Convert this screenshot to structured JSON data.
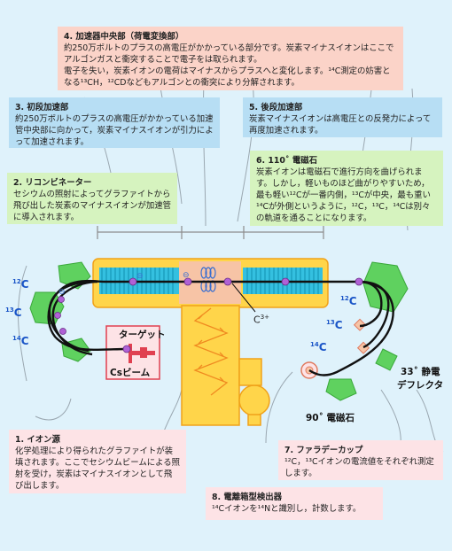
{
  "boxes": {
    "b4": {
      "title": "4. 加速器中央部（荷電変換部）",
      "text": "約250万ボルトのプラスの高電圧がかかっている部分です。炭素マイナスイオンはここでアルゴンガスと衝突することで電子をは取られます。\n電子を失い，炭素イオンの電荷はマイナスからプラスへと変化します。¹⁴C測定の妨害となる¹³CH，¹²CDなどもアルゴンとの衝突により分解されます。"
    },
    "b3": {
      "title": "3. 初段加速部",
      "text": "約250万ボルトのプラスの高電圧がかかっている加速管中央部に向かって，炭素マイナスイオンが引力によって加速されます。"
    },
    "b5": {
      "title": "5. 後段加速部",
      "text": "炭素マイナスイオンは高電圧との反発力によって再度加速されます。"
    },
    "b2": {
      "title": "2. リコンビネーター",
      "text": "セシウムの照射によってグラファイトから飛び出した炭素のマイナスイオンが加速管に導入されます。"
    },
    "b6": {
      "title": "6. 110˚ 電磁石",
      "text": "炭素イオンは電磁石で進行方向を曲げられます。しかし，軽いものほど曲がりやすいため，最も軽い¹²Cが一番内側，¹³Cが中央，最も重い¹⁴Cが外側というように，¹²C，¹³C，¹⁴Cは別々の軌道を通ることになります。"
    },
    "b1": {
      "title": "1. イオン源",
      "text": "化学処理により得られたグラファイトが装填されます。ここでセシウムビームによる照射を受け，炭素はマイナスイオンとして飛び出します。"
    },
    "b7": {
      "title": "7. ファラデーカップ",
      "text": "¹²C，¹³Cイオンの電流値をそれぞれ測定します。"
    },
    "b8": {
      "title": "8. 電離箱型検出器",
      "text": "¹⁴Cイオンを¹⁴Nと識別し，計数します。"
    }
  },
  "labels": {
    "c12_left": "12",
    "c13_left": "13",
    "c14_left": "14",
    "c12_right": "12",
    "c13_right": "13",
    "c14_right": "14",
    "c_letter": "C",
    "c3plus": "C",
    "c3plus_sup": "3+",
    "target": "ターゲット",
    "cs_beam": "Csビーム",
    "deflector_line1": "33˚ 静電",
    "deflector_line2": "デフレクタ",
    "magnet90": "90˚ 電磁石"
  },
  "colors": {
    "background": "#dff2fb",
    "box_pink": "#fbd3c8",
    "box_blue": "#b7def4",
    "box_green": "#d6f3bf",
    "box_lightpink": "#fde3e6",
    "accelerator": "#ffd54a",
    "accelerator_center": "#f7c4a6",
    "tube": "#34c0e0",
    "magnet": "#5fd15f",
    "ion": "#b061d6",
    "beam": "#111111",
    "isotope_label": "#1a55c7"
  }
}
